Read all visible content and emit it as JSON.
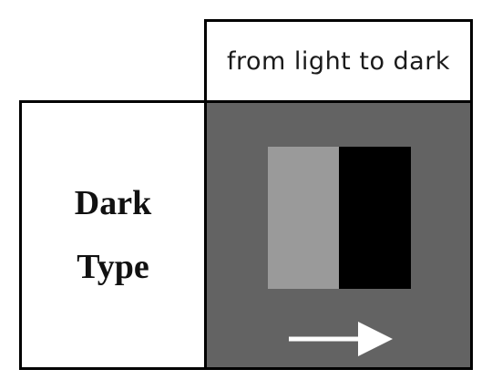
{
  "header": {
    "text": "from light to dark"
  },
  "label": {
    "line1": "Dark",
    "line2": "Type"
  },
  "panel": {
    "background": "#636363",
    "swatches": [
      {
        "color": "#9a9a9a"
      },
      {
        "color": "#000000"
      }
    ],
    "arrow": {
      "icon": "right-arrow-icon",
      "color": "#ffffff"
    }
  }
}
